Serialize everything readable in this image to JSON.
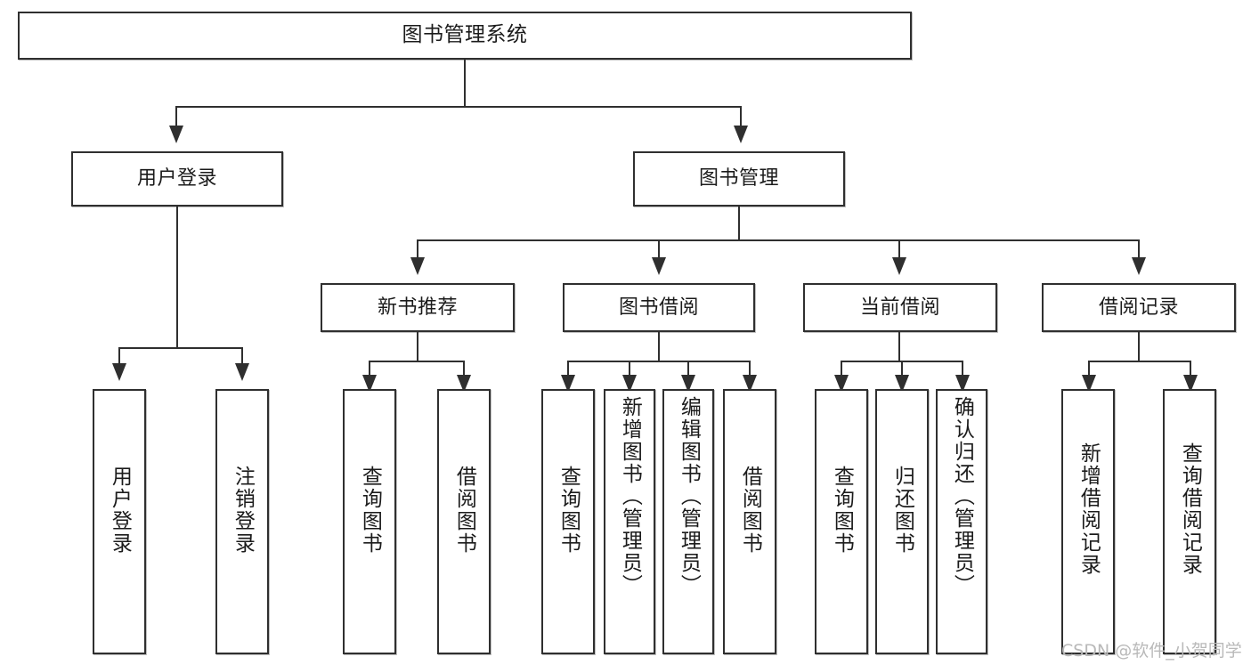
{
  "diagram": {
    "title": "图书管理系统",
    "type": "tree",
    "root": {
      "label": "图书管理系统"
    },
    "level1": [
      {
        "label": "用户登录"
      },
      {
        "label": "图书管理"
      }
    ],
    "level2": [
      {
        "label": "新书推荐"
      },
      {
        "label": "图书借阅"
      },
      {
        "label": "当前借阅"
      },
      {
        "label": "借阅记录"
      }
    ],
    "leaves": [
      {
        "label": "用户登录",
        "parent": "用户登录"
      },
      {
        "label": "注销登录",
        "parent": "用户登录"
      },
      {
        "label": "查询图书",
        "parent": "新书推荐"
      },
      {
        "label": "借阅图书",
        "parent": "新书推荐"
      },
      {
        "label": "查询图书",
        "parent": "图书借阅"
      },
      {
        "label": "新增图书（管理员）",
        "parent": "图书借阅"
      },
      {
        "label": "编辑图书（管理员）",
        "parent": "图书借阅"
      },
      {
        "label": "借阅图书",
        "parent": "图书借阅"
      },
      {
        "label": "查询图书",
        "parent": "当前借阅"
      },
      {
        "label": "归还图书",
        "parent": "当前借阅"
      },
      {
        "label": "确认归还（管理员）",
        "parent": "当前借阅"
      },
      {
        "label": "新增借阅记录",
        "parent": "借阅记录"
      },
      {
        "label": "查询借阅记录",
        "parent": "借阅记录"
      }
    ]
  },
  "watermark": {
    "text": "CSDN @软件_小贺同学"
  },
  "colors": {
    "stroke": "#2f2f2f",
    "fill": "#ffffff",
    "text": "#1b1b1b",
    "watermark": "#b9b9b9"
  }
}
